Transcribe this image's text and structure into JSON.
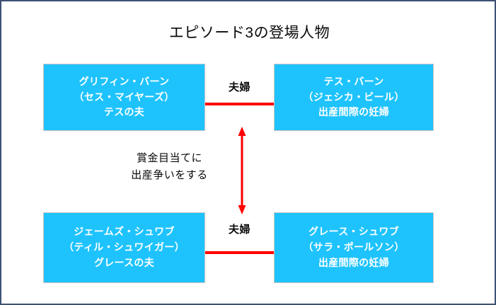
{
  "diagram": {
    "title": "エピソード3の登場人物",
    "frame_color": "#3d5173",
    "node_color": "#1ec3fd",
    "connector_color": "#fe0000",
    "nodes": [
      {
        "id": "top-left",
        "lines": [
          "グリフィン・バーン",
          "（セス・マイヤーズ）",
          "テスの夫"
        ]
      },
      {
        "id": "top-right",
        "lines": [
          "テス・バーン",
          "（ジェシカ・ビール）",
          "出産間際の妊婦"
        ]
      },
      {
        "id": "bottom-left",
        "lines": [
          "ジェームズ・シュワブ",
          "（ティル・シュワイガー）",
          "グレースの夫"
        ]
      },
      {
        "id": "bottom-right",
        "lines": [
          "グレース・シュワブ",
          "（サラ・ポールソン）",
          "出産間際の妊婦"
        ]
      }
    ],
    "connectors": [
      {
        "id": "top",
        "label": "夫婦"
      },
      {
        "id": "bottom",
        "label": "夫婦"
      }
    ],
    "center_note": {
      "lines": [
        "賞金目当てに",
        "出産争いをする"
      ]
    },
    "vertical_arrow": {
      "name": "double-headed-arrow",
      "color": "#fe0000"
    }
  }
}
